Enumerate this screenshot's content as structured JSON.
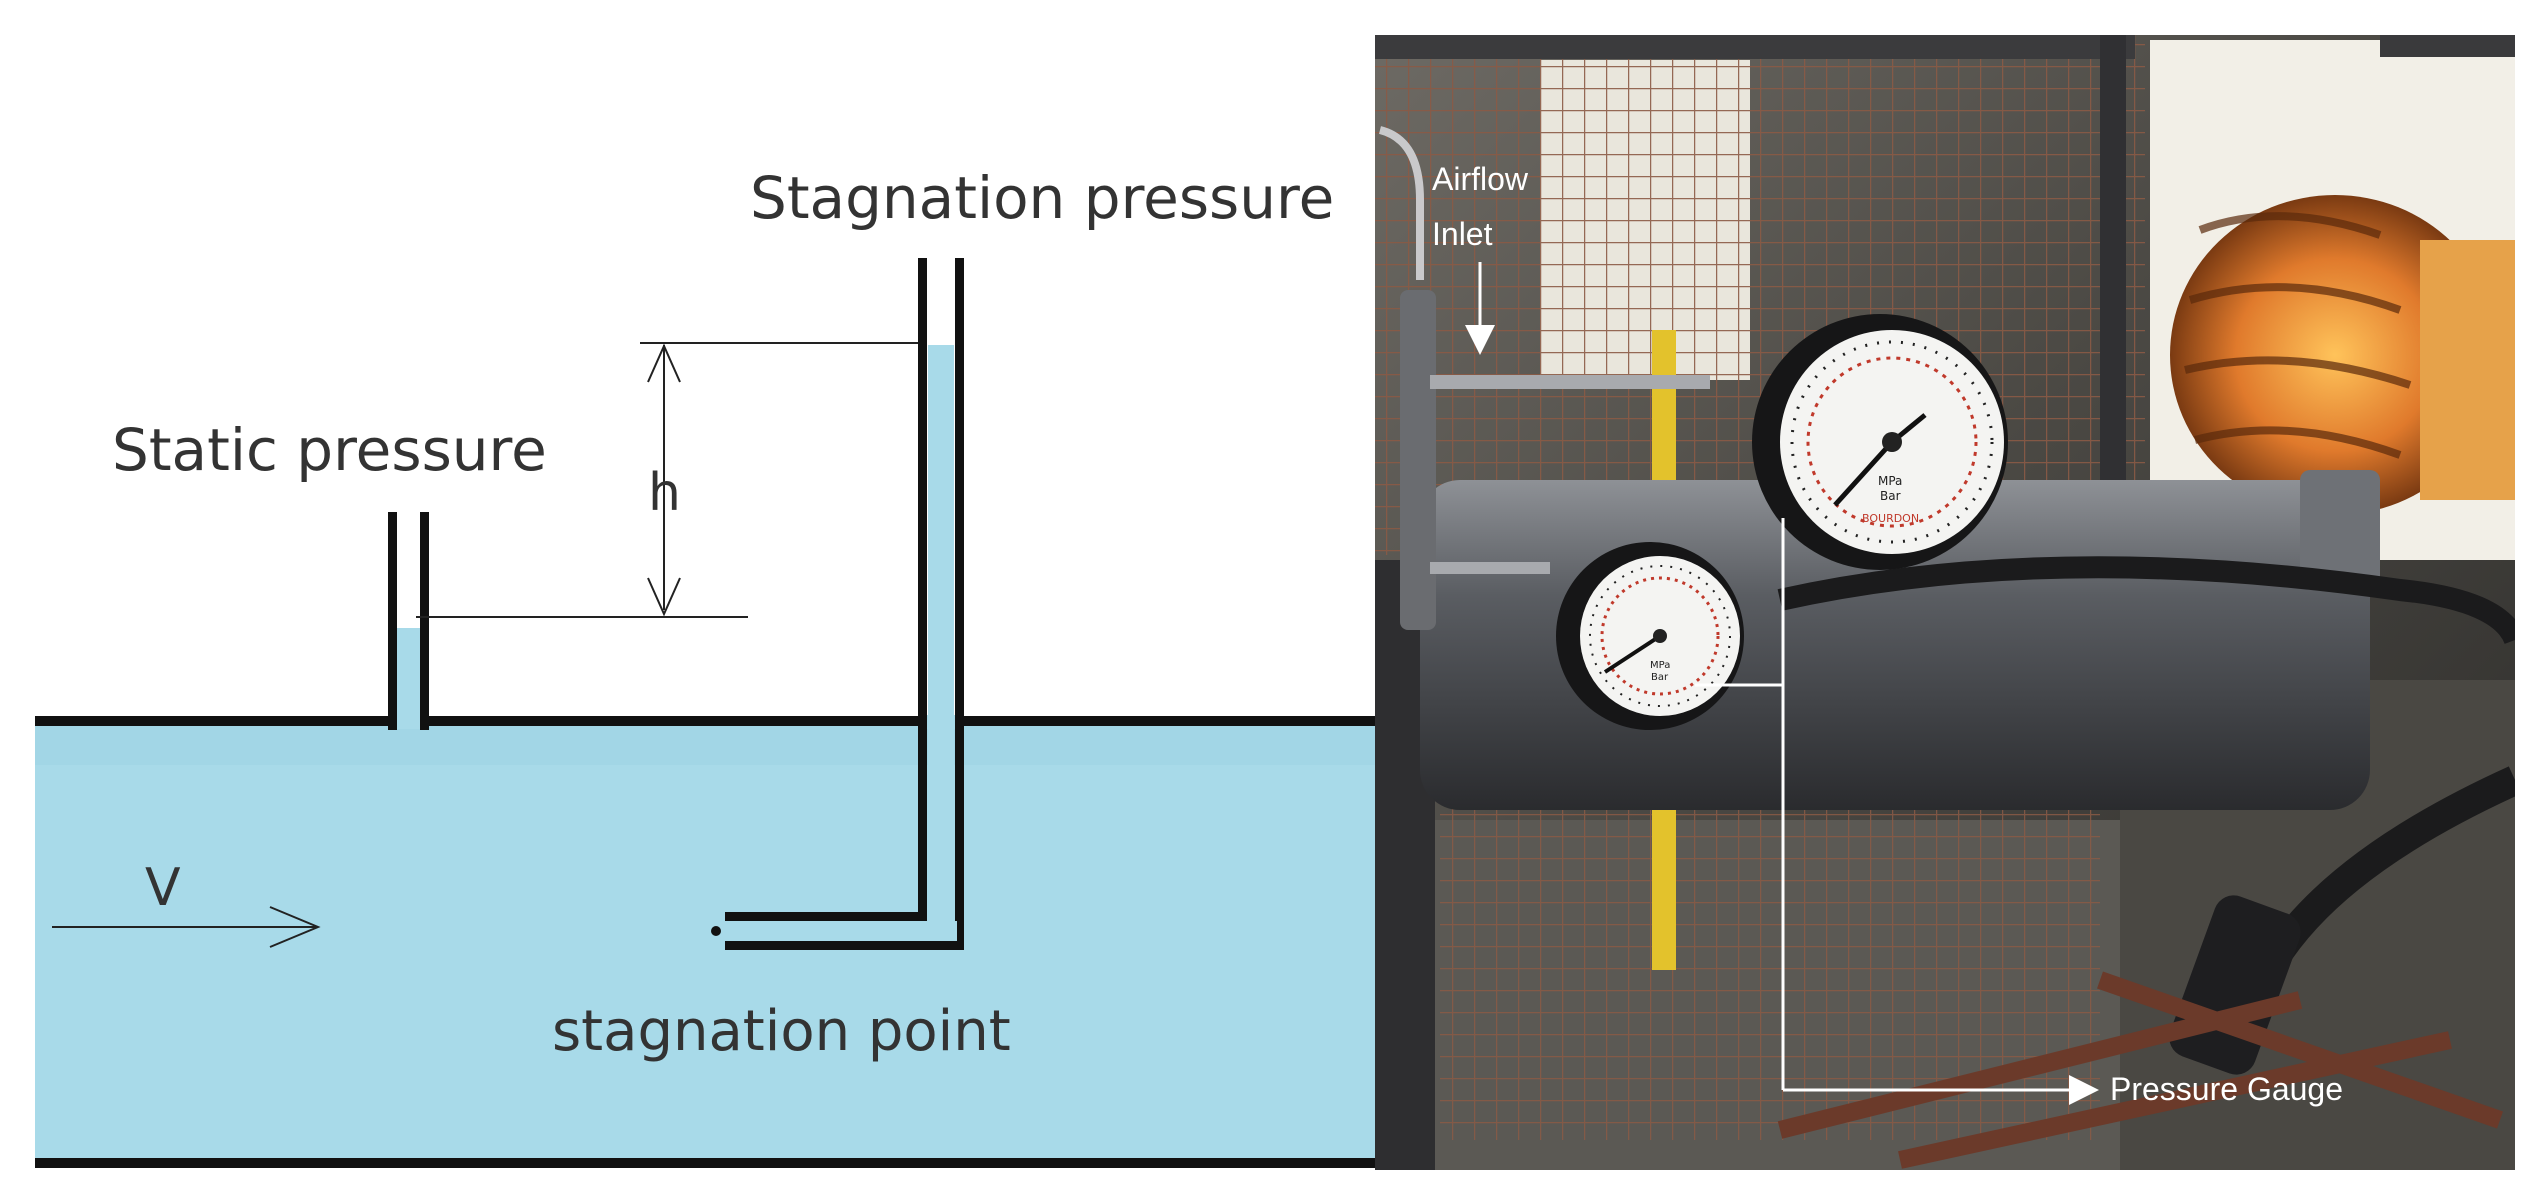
{
  "left_panel": {
    "labels": {
      "stagnation_pressure": "Stagnation pressure",
      "static_pressure": "Static pressure",
      "h": "h",
      "v": "V",
      "stagnation_point": "stagnation point"
    },
    "colors": {
      "fluid": "#a8dae9",
      "wall": "#111111",
      "text": "#333333"
    }
  },
  "right_panel": {
    "labels": {
      "airflow_line1": "Airflow",
      "airflow_line2": "Inlet",
      "pressure_gauge": "Pressure Gauge"
    },
    "gauge_face": {
      "units_top": "MPa",
      "units_bottom": "Bar",
      "brand": "BOURDON"
    },
    "colors": {
      "annotation": "#ffffff",
      "duct": "#e8893a",
      "pipe": "#4a4d52",
      "gauge_red": "#c0392b"
    }
  }
}
